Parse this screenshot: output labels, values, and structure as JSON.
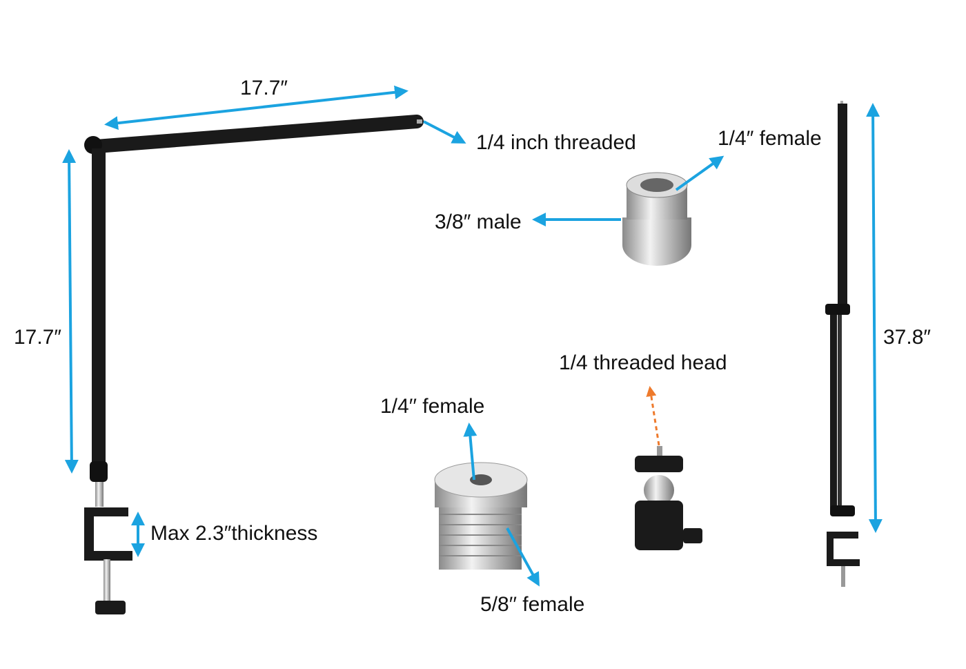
{
  "labels": {
    "top_arm_length": "17.7″",
    "threaded_end": "1/4 inch threaded",
    "adapter_female": "1/4″ female",
    "adapter_male": "3/8″ male",
    "vertical_pole_length": "17.7″",
    "tall_pole_length": "37.8″",
    "ball_head": "1/4 threaded head",
    "mic_adapter_top": "1/4′′ female",
    "clamp_thickness": "Max 2.3″thickness",
    "mic_adapter_bottom": "5/8′′ female"
  },
  "colors": {
    "arrow": "#1ba3e0",
    "dashed_arrow": "#ee7a2c",
    "pole": "#1a1a1a",
    "metal": "#c8c8c8"
  }
}
